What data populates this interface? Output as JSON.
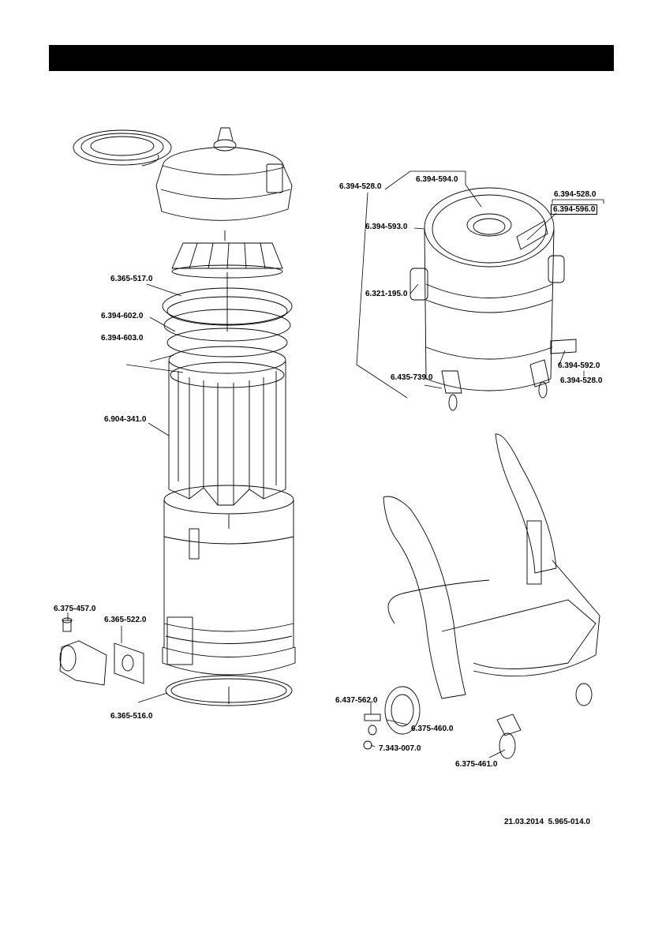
{
  "labels": {
    "p_6365517": "6.365-517.0",
    "p_6394602": "6.394-602.0",
    "p_6394603": "6.394-603.0",
    "p_6904341": "6.904-341.0",
    "p_6375457": "6.375-457.0",
    "p_6365522": "6.365-522.0",
    "p_6365516": "6.365-516.0",
    "p_6394528_a": "6.394-528.0",
    "p_6394594": "6.394-594.0",
    "p_6394528_b": "6.394-528.0",
    "p_6394596": "6.394-596.0",
    "p_6394593": "6.394-593.0",
    "p_6321195": "6.321-195.0",
    "p_6394592": "6.394-592.0",
    "p_6394528_c": "6.394-528.0",
    "p_6435739": "6.435-739.0",
    "p_6437562": "6.437-562.0",
    "p_6375460": "6.375-460.0",
    "p_7343007": "7.343-007.0",
    "p_6375461": "6.375-461.0"
  },
  "footer": {
    "date": "21.03.2014",
    "doc_number": "5.965-014.0"
  }
}
